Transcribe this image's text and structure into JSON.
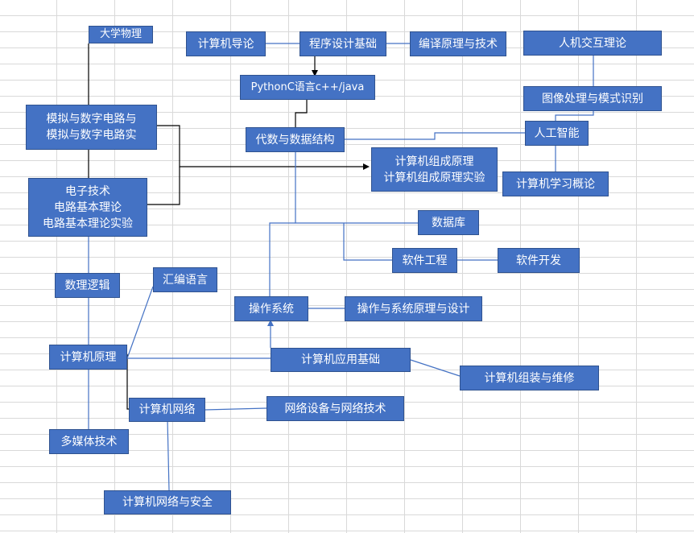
{
  "colors": {
    "node_fill": "#4472c4",
    "node_border": "#2f528f",
    "link_blue": "#4472c4",
    "link_black": "#000000",
    "grid": "#d9d9d9"
  },
  "nodes": {
    "daxue_wuli": {
      "lines": [
        "大学物理"
      ]
    },
    "jisuanji_daolun": {
      "lines": [
        "计算机导论"
      ]
    },
    "chengxu_sheji": {
      "lines": [
        "程序设计基础"
      ]
    },
    "bianyi_yuanli": {
      "lines": [
        "编译原理与技术"
      ]
    },
    "renji_jiaohu": {
      "lines": [
        "人机交互理论"
      ]
    },
    "python_c": {
      "lines": [
        "PythonC语言c++/java"
      ]
    },
    "tuxiang_chuli": {
      "lines": [
        "图像处理与模式识别"
      ]
    },
    "moni_shuzi": {
      "lines": [
        "模拟与数字电路与",
        "模拟与数字电路实"
      ]
    },
    "daishu_shuju": {
      "lines": [
        "代数与数据结构"
      ]
    },
    "rengong_zhineng": {
      "lines": [
        "人工智能"
      ]
    },
    "zucheng_yuanli": {
      "lines": [
        "计算机组成原理",
        "计算机组成原理实验"
      ]
    },
    "dianzi_jishu": {
      "lines": [
        "电子技术",
        "电路基本理论",
        "电路基本理论实验"
      ]
    },
    "xuexi_gailun": {
      "lines": [
        "计算机学习概论"
      ]
    },
    "shujuku": {
      "lines": [
        "数据库"
      ]
    },
    "ruanjian_gongcheng": {
      "lines": [
        "软件工程"
      ]
    },
    "ruanjian_kaifa": {
      "lines": [
        "软件开发"
      ]
    },
    "shuli_luoji": {
      "lines": [
        "数理逻辑"
      ]
    },
    "huibian_yuyan": {
      "lines": [
        "汇编语言"
      ]
    },
    "caozuo_xitong": {
      "lines": [
        "操作系统"
      ]
    },
    "xitong_yuanli": {
      "lines": [
        "操作与系统原理与设计"
      ]
    },
    "jisuanji_yuanli": {
      "lines": [
        "计算机原理"
      ]
    },
    "yingyong_jichu": {
      "lines": [
        "计算机应用基础"
      ]
    },
    "zuzhuang_weixiu": {
      "lines": [
        "计算机组装与维修"
      ]
    },
    "jisuanji_wangluo": {
      "lines": [
        "计算机网络"
      ]
    },
    "wangluo_shebei": {
      "lines": [
        "网络设备与网络技术"
      ]
    },
    "duomeiti": {
      "lines": [
        "多媒体技术"
      ]
    },
    "wangluo_anquan": {
      "lines": [
        "计算机网络与安全"
      ]
    }
  }
}
